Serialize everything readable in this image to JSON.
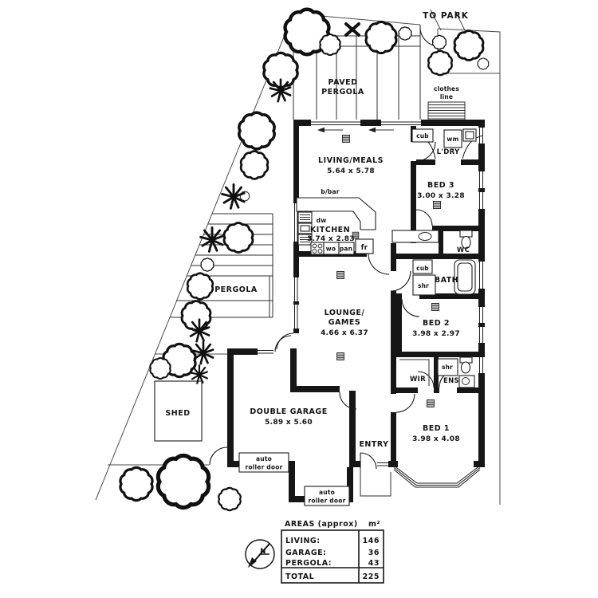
{
  "outdoor": {
    "to_park": "TO PARK",
    "paved_pergola_l1": "PAVED",
    "paved_pergola_l2": "PERGOLA",
    "clothes_l1": "clothes",
    "clothes_l2": "line",
    "pergola": "PERGOLA",
    "shed": "SHED"
  },
  "rooms": {
    "living": {
      "name": "LIVING/MEALS",
      "dims": "5.64 x 5.78"
    },
    "kitchen": {
      "name": "KITCHEN",
      "dims": "3.74 x 2.83"
    },
    "lounge": {
      "name_l1": "LOUNGE/",
      "name_l2": "GAMES",
      "dims": "4.66 x 6.37"
    },
    "bed1": {
      "name": "BED 1",
      "dims": "3.98 x 4.08"
    },
    "bed2": {
      "name": "BED 2",
      "dims": "3.98 x 2.97"
    },
    "bed3": {
      "name": "BED 3",
      "dims": "3.00 x 3.28"
    },
    "garage": {
      "name": "DOUBLE GARAGE",
      "dims": "5.89 x 5.60"
    },
    "laundry": {
      "name": "L'DRY"
    },
    "bath": {
      "name": "BATH"
    },
    "wc": {
      "name": "WC"
    },
    "wir": {
      "name": "WIR"
    },
    "ens": {
      "name": "ENS"
    },
    "entry": {
      "name": "ENTRY"
    }
  },
  "fixtures": {
    "bbar": "b/bar",
    "dw": "dw",
    "wo": "wo",
    "pan": "pan",
    "fr": "fr",
    "cub_laundry": "cub",
    "wm": "wm",
    "cub_bath": "cub",
    "shr_bath": "shr",
    "shr_ens": "shr",
    "roller_l1": "auto",
    "roller_l2": "roller door"
  },
  "compass": {
    "n": "N"
  },
  "areas_table": {
    "title": "AREAS (approx)",
    "unit": "m²",
    "rows": [
      {
        "label": "LIVING:",
        "value": "146"
      },
      {
        "label": "GARAGE:",
        "value": "36"
      },
      {
        "label": "PERGOLA:",
        "value": "43"
      }
    ],
    "total_label": "TOTAL",
    "total_value": "225"
  }
}
